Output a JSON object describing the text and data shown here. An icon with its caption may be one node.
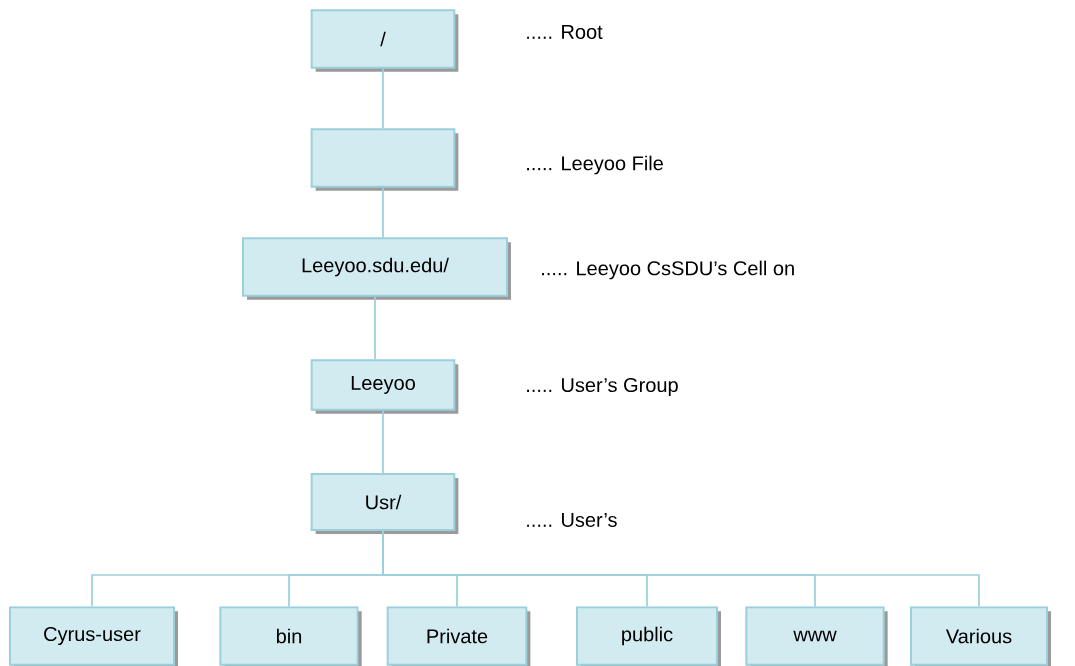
{
  "diagram": {
    "nodes": [
      {
        "text": [
          "/"
        ],
        "beside": [
          "..... Root"
        ]
      },
      {
        "text": [],
        "shape": "box",
        "beside": [
          "..... Leeyoo File"
        ]
      },
      {
        "text": [
          "Leeyoo.sdu.edu/"
        ],
        "beside": [
          "..... Leeyoo CsSDU’s Cell on"
        ]
      },
      {
        "text": [
          "Leeyoo"
        ],
        "beside": [
          "..... User’s Group"
        ]
      },
      {
        "text": [
          "Usr/"
        ],
        "beside": [
          "..... User’s"
        ]
      },
      {
        "text": [
          "Cyrus-user"
        ]
      },
      {
        "text": [
          "bin"
        ]
      },
      {
        "text": [
          "Private"
        ]
      },
      {
        "text": [
          "public"
        ]
      },
      {
        "text": [
          "www"
        ]
      },
      {
        "text": [
          "Various"
        ]
      }
    ],
    "edges": [
      {
        "from": 0,
        "to": 1,
        "arrow": "none"
      },
      {
        "from": 1,
        "to": 2,
        "arrow": "none"
      },
      {
        "from": 2,
        "to": 3,
        "arrow": "none"
      },
      {
        "from": 3,
        "to": 4,
        "arrow": "none"
      },
      {
        "from": 4,
        "to": 5,
        "arrow": "none"
      },
      {
        "from": 4,
        "to": 6,
        "arrow": "none"
      },
      {
        "from": 4,
        "to": 7,
        "arrow": "none"
      },
      {
        "from": 4,
        "to": 8,
        "arrow": "none"
      },
      {
        "from": 4,
        "to": 9,
        "arrow": "none"
      },
      {
        "from": 4,
        "to": 10,
        "arrow": "none"
      }
    ]
  }
}
